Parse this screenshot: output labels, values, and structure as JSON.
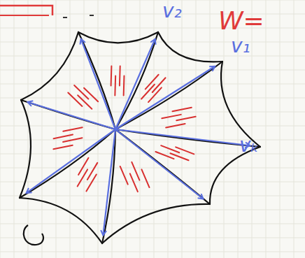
{
  "diagram": {
    "labels": [
      "v₂",
      "W=",
      "v₁",
      "vₖ"
    ]
  }
}
